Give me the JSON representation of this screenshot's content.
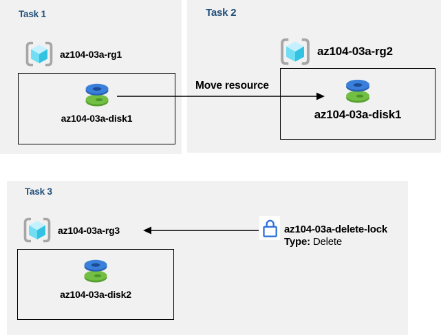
{
  "colors": {
    "panel_bg": "#F1F1F1",
    "title_blue": "#1F4E79",
    "text_black": "#000000",
    "lock_blue": "#2B70D9",
    "bracket_gray": "#A6A6A6",
    "cube_light": "#C5F1FE",
    "cube_mid": "#71DEF3",
    "cube_dark": "#32C3E2",
    "disk_blue_top": "#3A80DB",
    "disk_blue_side": "#2A62B2",
    "disk_blue_hole": "#1C4C96",
    "disk_green_top": "#72BF44",
    "disk_green_side": "#579F2F",
    "disk_green_hole": "#4C9428"
  },
  "icons": {
    "resource_group": "resource-group-cube-icon",
    "disk": "managed-disk-icon",
    "lock": "lock-icon",
    "move_arrow": "arrow-right-icon",
    "lock_arrow": "arrow-left-icon"
  },
  "task1": {
    "title": "Task 1",
    "resource_group": "az104-03a-rg1",
    "disk": "az104-03a-disk1"
  },
  "task2": {
    "title": "Task 2",
    "resource_group": "az104-03a-rg2",
    "disk": "az104-03a-disk1"
  },
  "task3": {
    "title": "Task 3",
    "resource_group": "az104-03a-rg3",
    "disk": "az104-03a-disk2"
  },
  "move": {
    "label": "Move resource"
  },
  "lock": {
    "name": "az104-03a-delete-lock",
    "type_label": "Type:",
    "type_value": "Delete"
  }
}
